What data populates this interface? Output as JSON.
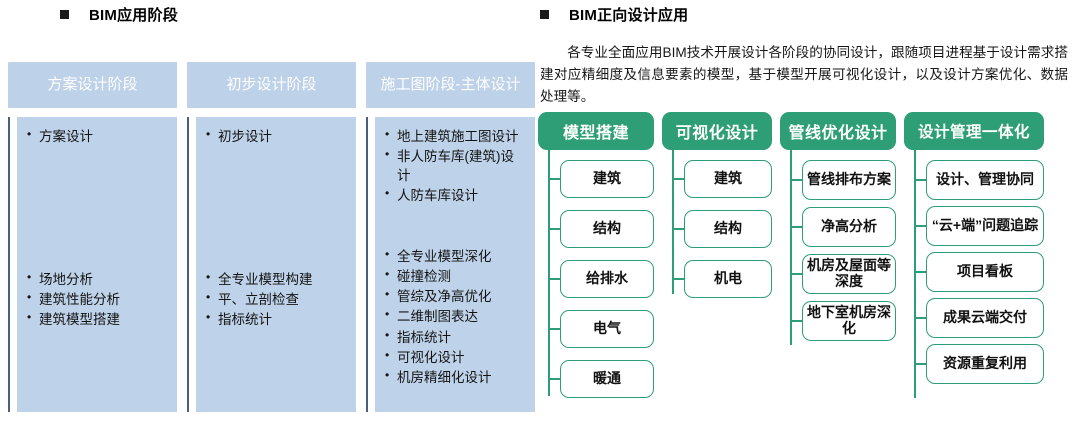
{
  "left": {
    "heading": "BIM应用阶段",
    "stages": [
      {
        "title": "方案设计阶段",
        "upper": [
          "方案设计"
        ],
        "lower": [
          "场地分析",
          "建筑性能分析",
          "建筑模型搭建"
        ]
      },
      {
        "title": "初步设计阶段",
        "upper": [
          "初步设计"
        ],
        "lower": [
          "全专业模型构建",
          "平、立剖检查",
          "指标统计"
        ]
      },
      {
        "title": "施工图阶段-主体设计",
        "upper": [
          "地上建筑施工图设计",
          "非人防车库(建筑)设计",
          "人防车库设计"
        ],
        "lower": [
          "全专业模型深化",
          "碰撞检测",
          "管综及净高优化",
          "二维制图表达",
          "指标统计",
          "可视化设计",
          "机房精细化设计"
        ]
      }
    ]
  },
  "right": {
    "heading": "BIM正向设计应用",
    "paragraph": "各专业全面应用BIM技术开展设计各阶段的协同设计，跟随项目进程基于设计需求搭建对应精细度及信息要素的模型，基于模型开展可视化设计，以及设计方案优化、数据处理等。",
    "tree": [
      {
        "title": "模型搭建",
        "children": [
          "建筑",
          "结构",
          "给排水",
          "电气",
          "暖通"
        ]
      },
      {
        "title": "可视化设计",
        "children": [
          "建筑",
          "结构",
          "机电"
        ]
      },
      {
        "title": "管线优化设计",
        "children": [
          "管线排布方案",
          "净高分析",
          "机房及屋面等深度",
          "地下室机房深化"
        ]
      },
      {
        "title": "设计管理一体化",
        "children": [
          "设计、管理协同",
          "“云+端”问题追踪",
          "项目看板",
          "成果云端交付",
          "资源重复利用"
        ]
      }
    ]
  },
  "colors": {
    "blue_header": "#bdd1e8",
    "blue_body": "#bed2e9",
    "blue_rule": "#4a5f80",
    "green": "#2e9e76",
    "text": "#141414"
  }
}
